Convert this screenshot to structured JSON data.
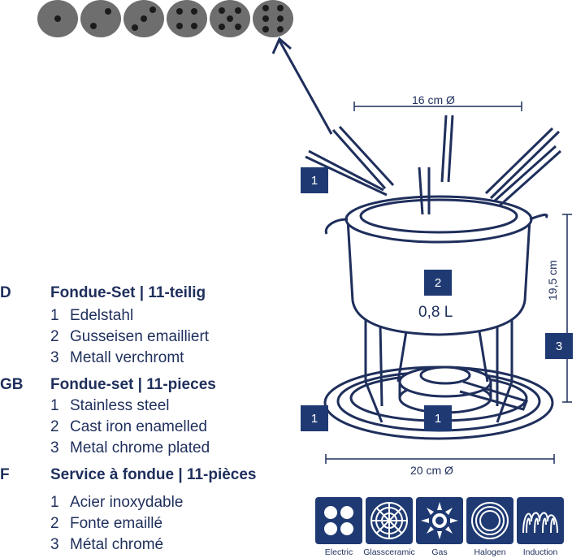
{
  "dice": [
    1,
    2,
    3,
    4,
    5,
    6
  ],
  "languages": [
    {
      "code": "D",
      "title": "Fondue-Set | 11-teilig",
      "items": [
        {
          "num": "1",
          "text": "Edelstahl"
        },
        {
          "num": "2",
          "text": "Gusseisen emailliert"
        },
        {
          "num": "3",
          "text": "Metall verchromt"
        }
      ]
    },
    {
      "code": "GB",
      "title": "Fondue-set | 11-pieces",
      "items": [
        {
          "num": "1",
          "text": "Stainless steel"
        },
        {
          "num": "2",
          "text": "Cast iron enamelled"
        },
        {
          "num": "3",
          "text": "Metal chrome plated"
        }
      ]
    },
    {
      "code": "F",
      "title": "Service à fondue | 11-pièces",
      "items": [
        {
          "num": "1",
          "text": "Acier inoxydable"
        },
        {
          "num": "2",
          "text": "Fonte emaillé"
        },
        {
          "num": "3",
          "text": "Métal chromé"
        }
      ]
    }
  ],
  "diagram": {
    "top_diameter": "16 cm Ø",
    "bottom_diameter": "20 cm Ø",
    "height": "19,5 cm",
    "volume": "0,8 L",
    "badges": [
      "1",
      "2",
      "3",
      "1",
      "1"
    ]
  },
  "heat_sources": [
    {
      "label": "Electric",
      "icon": "electric-hob-icon"
    },
    {
      "label": "Glassceramic",
      "icon": "glassceramic-hob-icon"
    },
    {
      "label": "Gas",
      "icon": "gas-flame-icon"
    },
    {
      "label": "Halogen",
      "icon": "halogen-hob-icon"
    },
    {
      "label": "Induction",
      "icon": "induction-coil-icon"
    }
  ],
  "colors": {
    "navy": "#1f2f5c",
    "badge": "#1f3a73",
    "die": "#6e6e6e"
  }
}
